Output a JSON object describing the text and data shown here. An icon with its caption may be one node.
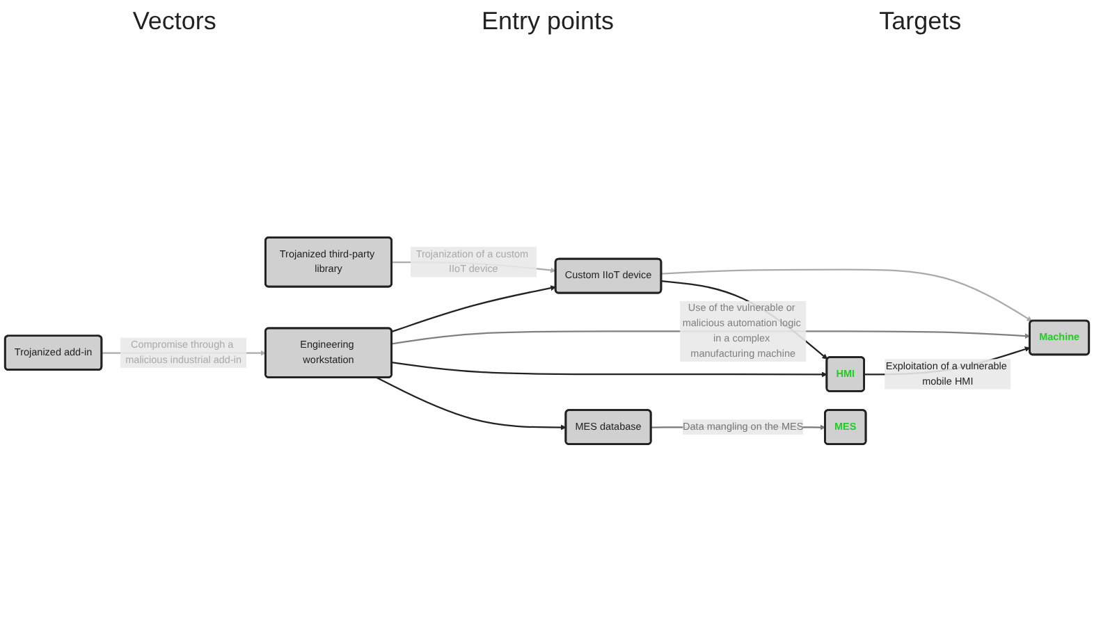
{
  "diagram": {
    "nodes": [
      {
        "text": [
          "Trojanized add-in"
        ]
      },
      {
        "text": [
          "Trojanized third-party library"
        ]
      },
      {
        "text": [
          "MES database"
        ]
      },
      {
        "text": [
          "Engineering workstation"
        ]
      },
      {
        "text": [
          "Custom IIoT device"
        ]
      },
      {
        "text": [
          "MES"
        ]
      },
      {
        "text": [
          "HMI"
        ]
      },
      {
        "text": [
          "Machine"
        ]
      }
    ],
    "edges": [
      {
        "from": 0,
        "to": 3,
        "arrow": "to",
        "label": "Compromise through a malicious industrial add-in",
        "color": "#aaaaaa"
      },
      {
        "from": 1,
        "to": 4,
        "arrow": "to",
        "label": "Trojanization of a custom IIoT device",
        "color": "#aaaaaa"
      },
      {
        "from": 3,
        "to": 2,
        "arrow": "to"
      },
      {
        "from": 2,
        "to": 5,
        "arrow": "to",
        "label": "Data mangling on the MES",
        "color": "#777777"
      },
      {
        "from": 3,
        "to": 6,
        "arrow": "to"
      },
      {
        "from": 3,
        "to": 7,
        "arrow": "to",
        "label": "Use of the vulnerable or malicious automation logic in a complex manufacturing machine",
        "color": "#808080"
      },
      {
        "from": 3,
        "to": 4,
        "arrow": "to"
      },
      {
        "from": 4,
        "to": 6,
        "arrow": "to"
      },
      {
        "from": 4,
        "to": 7,
        "arrow": "to",
        "color": "#aaaaaa"
      },
      {
        "from": 6,
        "to": 7,
        "arrow": "to",
        "label": "Exploitation of a vulnerable mobile HMI"
      }
    ],
    "labels": [
      "Vectors",
      "Entry points",
      "Targets"
    ]
  }
}
